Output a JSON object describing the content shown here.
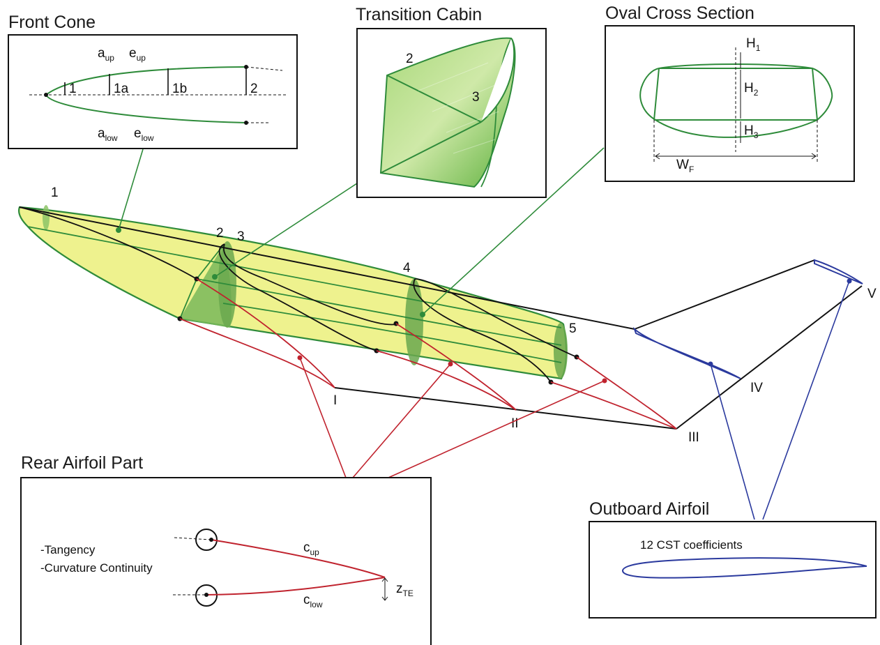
{
  "panels": {
    "front_cone": {
      "title": "Front Cone",
      "a_up": "a",
      "a_up_sub": "up",
      "e_up": "e",
      "e_up_sub": "up",
      "a_low": "a",
      "a_low_sub": "low",
      "e_low": "e",
      "e_low_sub": "low",
      "stations": [
        "1",
        "1a",
        "1b",
        "2"
      ]
    },
    "transition_cabin": {
      "title": "Transition Cabin",
      "labels": [
        "2",
        "3"
      ]
    },
    "oval_cross_section": {
      "title": "Oval Cross Section",
      "h1": "H",
      "h1_sub": "1",
      "h2": "H",
      "h2_sub": "2",
      "h3": "H",
      "h3_sub": "3",
      "wf": "W",
      "wf_sub": "F"
    },
    "rear_airfoil": {
      "title": "Rear Airfoil Part",
      "notes": [
        "-Tangency",
        "-Curvature Continuity"
      ],
      "c_up": "c",
      "c_up_sub": "up",
      "c_low": "c",
      "c_low_sub": "low",
      "z_te": "z",
      "z_te_sub": "TE"
    },
    "outboard_airfoil": {
      "title": "Outboard Airfoil",
      "note": "12 CST coefficients"
    }
  },
  "fuselage_stations": [
    "1",
    "2",
    "3",
    "4",
    "5"
  ],
  "wing_sections": [
    "I",
    "II",
    "III",
    "IV",
    "V"
  ],
  "colors": {
    "fuselage_fill": "#eef28e",
    "fuselage_stroke": "#2e8b3a",
    "section_fill": "#6aa84f",
    "rear_link": "#c0232e",
    "wing_link": "#2b3a9e",
    "outline": "#111111"
  }
}
